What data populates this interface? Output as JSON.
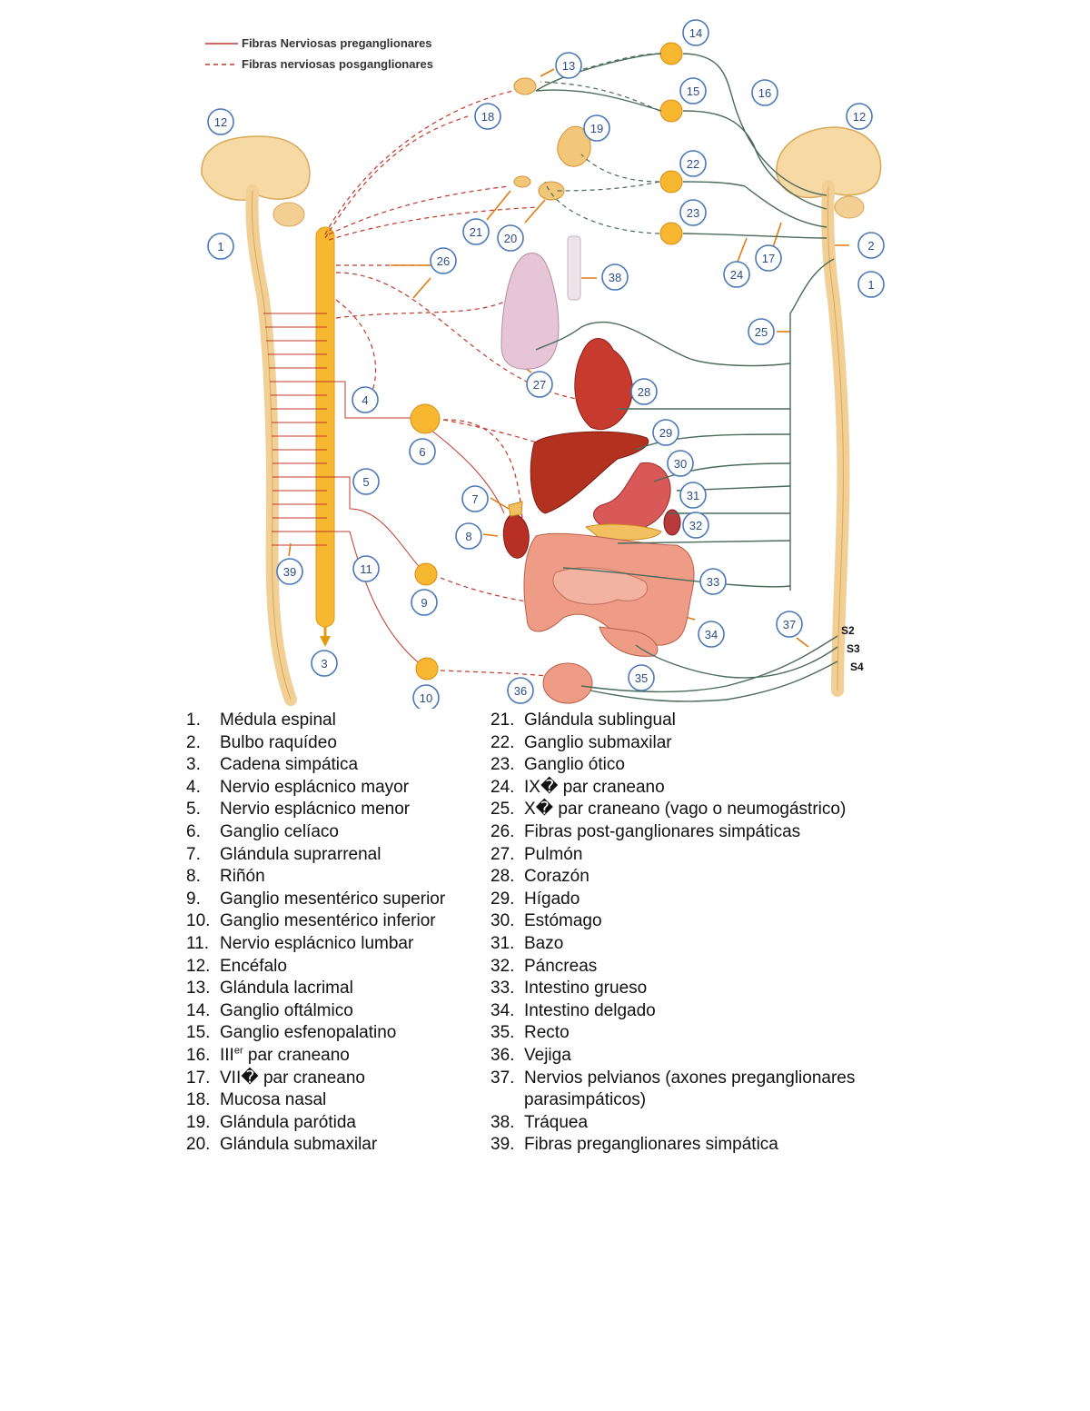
{
  "legend": {
    "pre_label": "Fibras Nerviosas preganglionares",
    "post_label": "Fibras nerviosas posganglionares"
  },
  "colors": {
    "preganglionic": "#c0392b",
    "postganglionic": "#c0392b",
    "parasympathetic": "#4a6b5a",
    "cord": "#f6d9a3",
    "chain": "#f7b731",
    "label_ring": "#4a78b8"
  },
  "diagram_labels": {
    "n1a": "1",
    "n1b": "1",
    "n2": "2",
    "n3": "3",
    "n4": "4",
    "n5": "5",
    "n6": "6",
    "n7": "7",
    "n8": "8",
    "n9": "9",
    "n10": "10",
    "n11": "11",
    "n12a": "12",
    "n12b": "12",
    "n13": "13",
    "n14": "14",
    "n15": "15",
    "n16": "16",
    "n17": "17",
    "n18": "18",
    "n19": "19",
    "n20": "20",
    "n21": "21",
    "n22": "22",
    "n23": "23",
    "n24": "24",
    "n25": "25",
    "n26": "26",
    "n27": "27",
    "n28": "28",
    "n29": "29",
    "n30": "30",
    "n31": "31",
    "n32": "32",
    "n33": "33",
    "n34": "34",
    "n35": "35",
    "n36": "36",
    "n37": "37",
    "n38": "38",
    "n39": "39",
    "s2": "S2",
    "s3": "S3",
    "s4": "S4"
  },
  "list_left": [
    {
      "n": "1.",
      "t": "Médula espinal"
    },
    {
      "n": "2.",
      "t": "Bulbo raquídeo"
    },
    {
      "n": "3.",
      "t": "Cadena simpática"
    },
    {
      "n": "4.",
      "t": "Nervio esplácnico mayor"
    },
    {
      "n": "5.",
      "t": "Nervio esplácnico menor"
    },
    {
      "n": "6.",
      "t": "Ganglio celíaco"
    },
    {
      "n": "7.",
      "t": "Glándula suprarrenal"
    },
    {
      "n": "8.",
      "t": "Riñón"
    },
    {
      "n": "9.",
      "t": "Ganglio mesentérico superior"
    },
    {
      "n": "10.",
      "t": "Ganglio mesentérico inferior"
    },
    {
      "n": "11.",
      "t": "Nervio esplácnico lumbar"
    },
    {
      "n": "12.",
      "t": "Encéfalo"
    },
    {
      "n": "13.",
      "t": "Glándula lacrimal"
    },
    {
      "n": "14.",
      "t": "Ganglio oftálmico"
    },
    {
      "n": "15.",
      "t": "Ganglio esfenopalatino"
    },
    {
      "n": "16.",
      "t": "III",
      "sup": "er",
      "rest": " par craneano"
    },
    {
      "n": "17.",
      "t": "VII� par craneano"
    },
    {
      "n": "18.",
      "t": "Mucosa nasal"
    },
    {
      "n": "19.",
      "t": "Glándula parótida"
    },
    {
      "n": "20.",
      "t": "Glándula submaxilar"
    }
  ],
  "list_right": [
    {
      "n": "21.",
      "t": "Glándula sublingual"
    },
    {
      "n": "22.",
      "t": "Ganglio submaxilar"
    },
    {
      "n": "23.",
      "t": "Ganglio ótico"
    },
    {
      "n": "24.",
      "t": "IX� par craneano"
    },
    {
      "n": "25.",
      "t": "X� par craneano (vago o neumogástrico)"
    },
    {
      "n": "26.",
      "t": "Fibras post-ganglionares simpáticas"
    },
    {
      "n": "27.",
      "t": "Pulmón"
    },
    {
      "n": "28.",
      "t": "Corazón"
    },
    {
      "n": "29.",
      "t": "Hígado"
    },
    {
      "n": "30.",
      "t": "Estómago"
    },
    {
      "n": "31.",
      "t": "Bazo"
    },
    {
      "n": "32.",
      "t": "Páncreas"
    },
    {
      "n": "33.",
      "t": "Intestino grueso"
    },
    {
      "n": "34.",
      "t": "Intestino delgado"
    },
    {
      "n": "35.",
      "t": "Recto"
    },
    {
      "n": "36.",
      "t": "Vejiga"
    },
    {
      "n": "37.",
      "t": "Nervios pelvianos (axones preganglionares parasimpáticos)"
    },
    {
      "n": "38.",
      "t": "Tráquea"
    },
    {
      "n": "39.",
      "t": "Fibras preganglionares simpática"
    }
  ]
}
